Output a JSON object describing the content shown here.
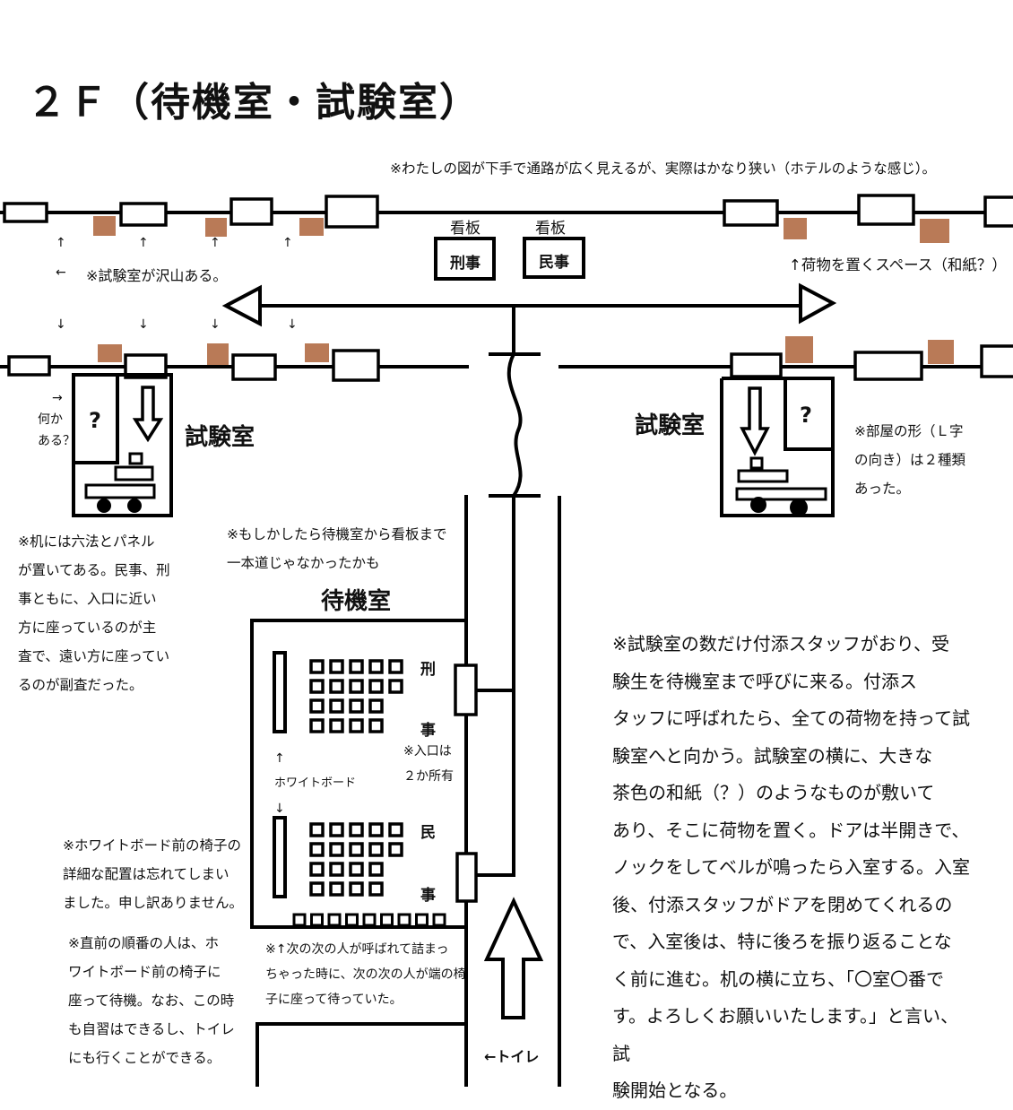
{
  "title": "２Ｆ（待機室・試験室）",
  "note_top": "※わたしの図が下手で通路が広く見えるが、実際はかなり狭い（ホテルのような感じ）。",
  "signs": [
    {
      "label": "看板",
      "text": "刑事"
    },
    {
      "label": "看板",
      "text": "民事"
    }
  ],
  "many_rooms_note": "※試験室が沢山ある。",
  "luggage_note": "↑荷物を置くスペース（和紙？）",
  "arrows": {
    "up": "↑",
    "down": "↓",
    "left": "←",
    "right": "→"
  },
  "rooms": {
    "left_label": "試験室",
    "right_label": "試験室",
    "unknown_mark": "?",
    "left_something": [
      "→",
      "何か",
      "ある？"
    ]
  },
  "room_shape_note": [
    "※部屋の形（Ｌ字",
    "の向き）は２種類",
    "あった。"
  ],
  "desk_note": [
    "※机には六法とパネル",
    "が置いてある。民事、刑",
    "事ともに、入口に近い",
    "方に座っているのが主",
    "査で、遠い方に座ってい",
    "るのが副査だった。"
  ],
  "maybe_note": [
    "※もしかしたら待機室から看板まで",
    "一本道じゃなかったかも"
  ],
  "waiting_room": {
    "label": "待機室",
    "criminal": [
      "刑",
      "事"
    ],
    "civil": [
      "民",
      "事"
    ],
    "entrance_note": [
      "※入口は",
      "２か所有"
    ],
    "whiteboard_up": "↑",
    "whiteboard": "ホワイトボード",
    "whiteboard_down": "↓"
  },
  "whiteboard_chair_note": [
    "※ホワイトボード前の椅子の",
    "詳細な配置は忘れてしまい",
    "ました。申し訳ありません。"
  ],
  "prev_person_note": [
    "※直前の順番の人は、ホ",
    "ワイトボード前の椅子に",
    "座って待機。なお、この時",
    "も自習はできるし、トイレ",
    "にも行くことができる。"
  ],
  "next_next_note": [
    "※↑次の次の人が呼ばれて詰まっ",
    "ちゃった時に、次の次の人が端の椅",
    "子に座って待っていた。"
  ],
  "toilet": "←トイレ",
  "procedure_note": [
    "※試験室の数だけ付添スタッフがおり、受",
    "験生を待機室まで呼びに来る。付添ス",
    "タッフに呼ばれたら、全ての荷物を持って試",
    "験室へと向かう。試験室の横に、大きな",
    "茶色の和紙（？）のようなものが敷いて",
    "あり、そこに荷物を置く。ドアは半開きで、",
    "ノックをしてベルが鳴ったら入室する。入室",
    "後、付添スタッフがドアを閉めてくれるの",
    "で、入室後は、特に後ろを振り返ることな",
    "く前に進む。机の横に立ち、「〇室〇番で",
    "す。よろしくお願いいたします。」と言い、試",
    "験開始となる。"
  ],
  "colors": {
    "ink": "#000000",
    "luggage": "#b97a57",
    "background": "#ffffff"
  }
}
